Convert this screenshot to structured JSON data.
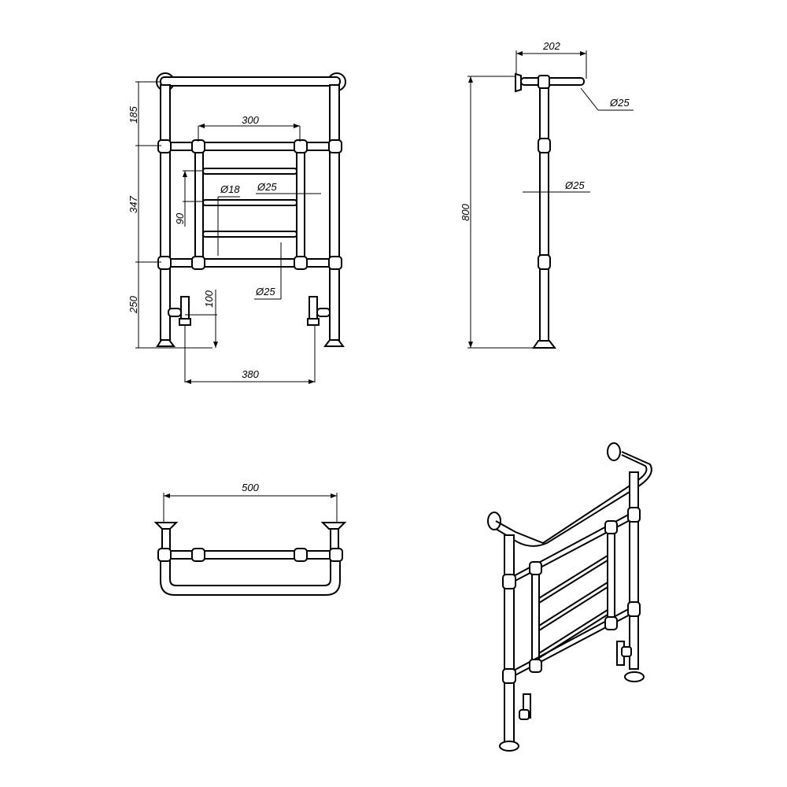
{
  "views": {
    "front": {
      "dim_top": "185",
      "dim_middle": "347",
      "dim_bottom": "250",
      "dim_inner_width": "300",
      "dim_rail_diameter": "Ø18",
      "dim_post_diameter": "Ø25",
      "dim_rail_spacing": "90",
      "dim_bar_diameter": "Ø25",
      "dim_valve_height": "100",
      "dim_valve_centres": "380"
    },
    "side": {
      "dim_projection": "202",
      "dim_top_diameter": "Ø25",
      "dim_post_diameter": "Ø25",
      "dim_height": "800"
    },
    "top": {
      "dim_width": "500"
    }
  },
  "colors": {
    "line": "#000000",
    "background": "#ffffff"
  }
}
